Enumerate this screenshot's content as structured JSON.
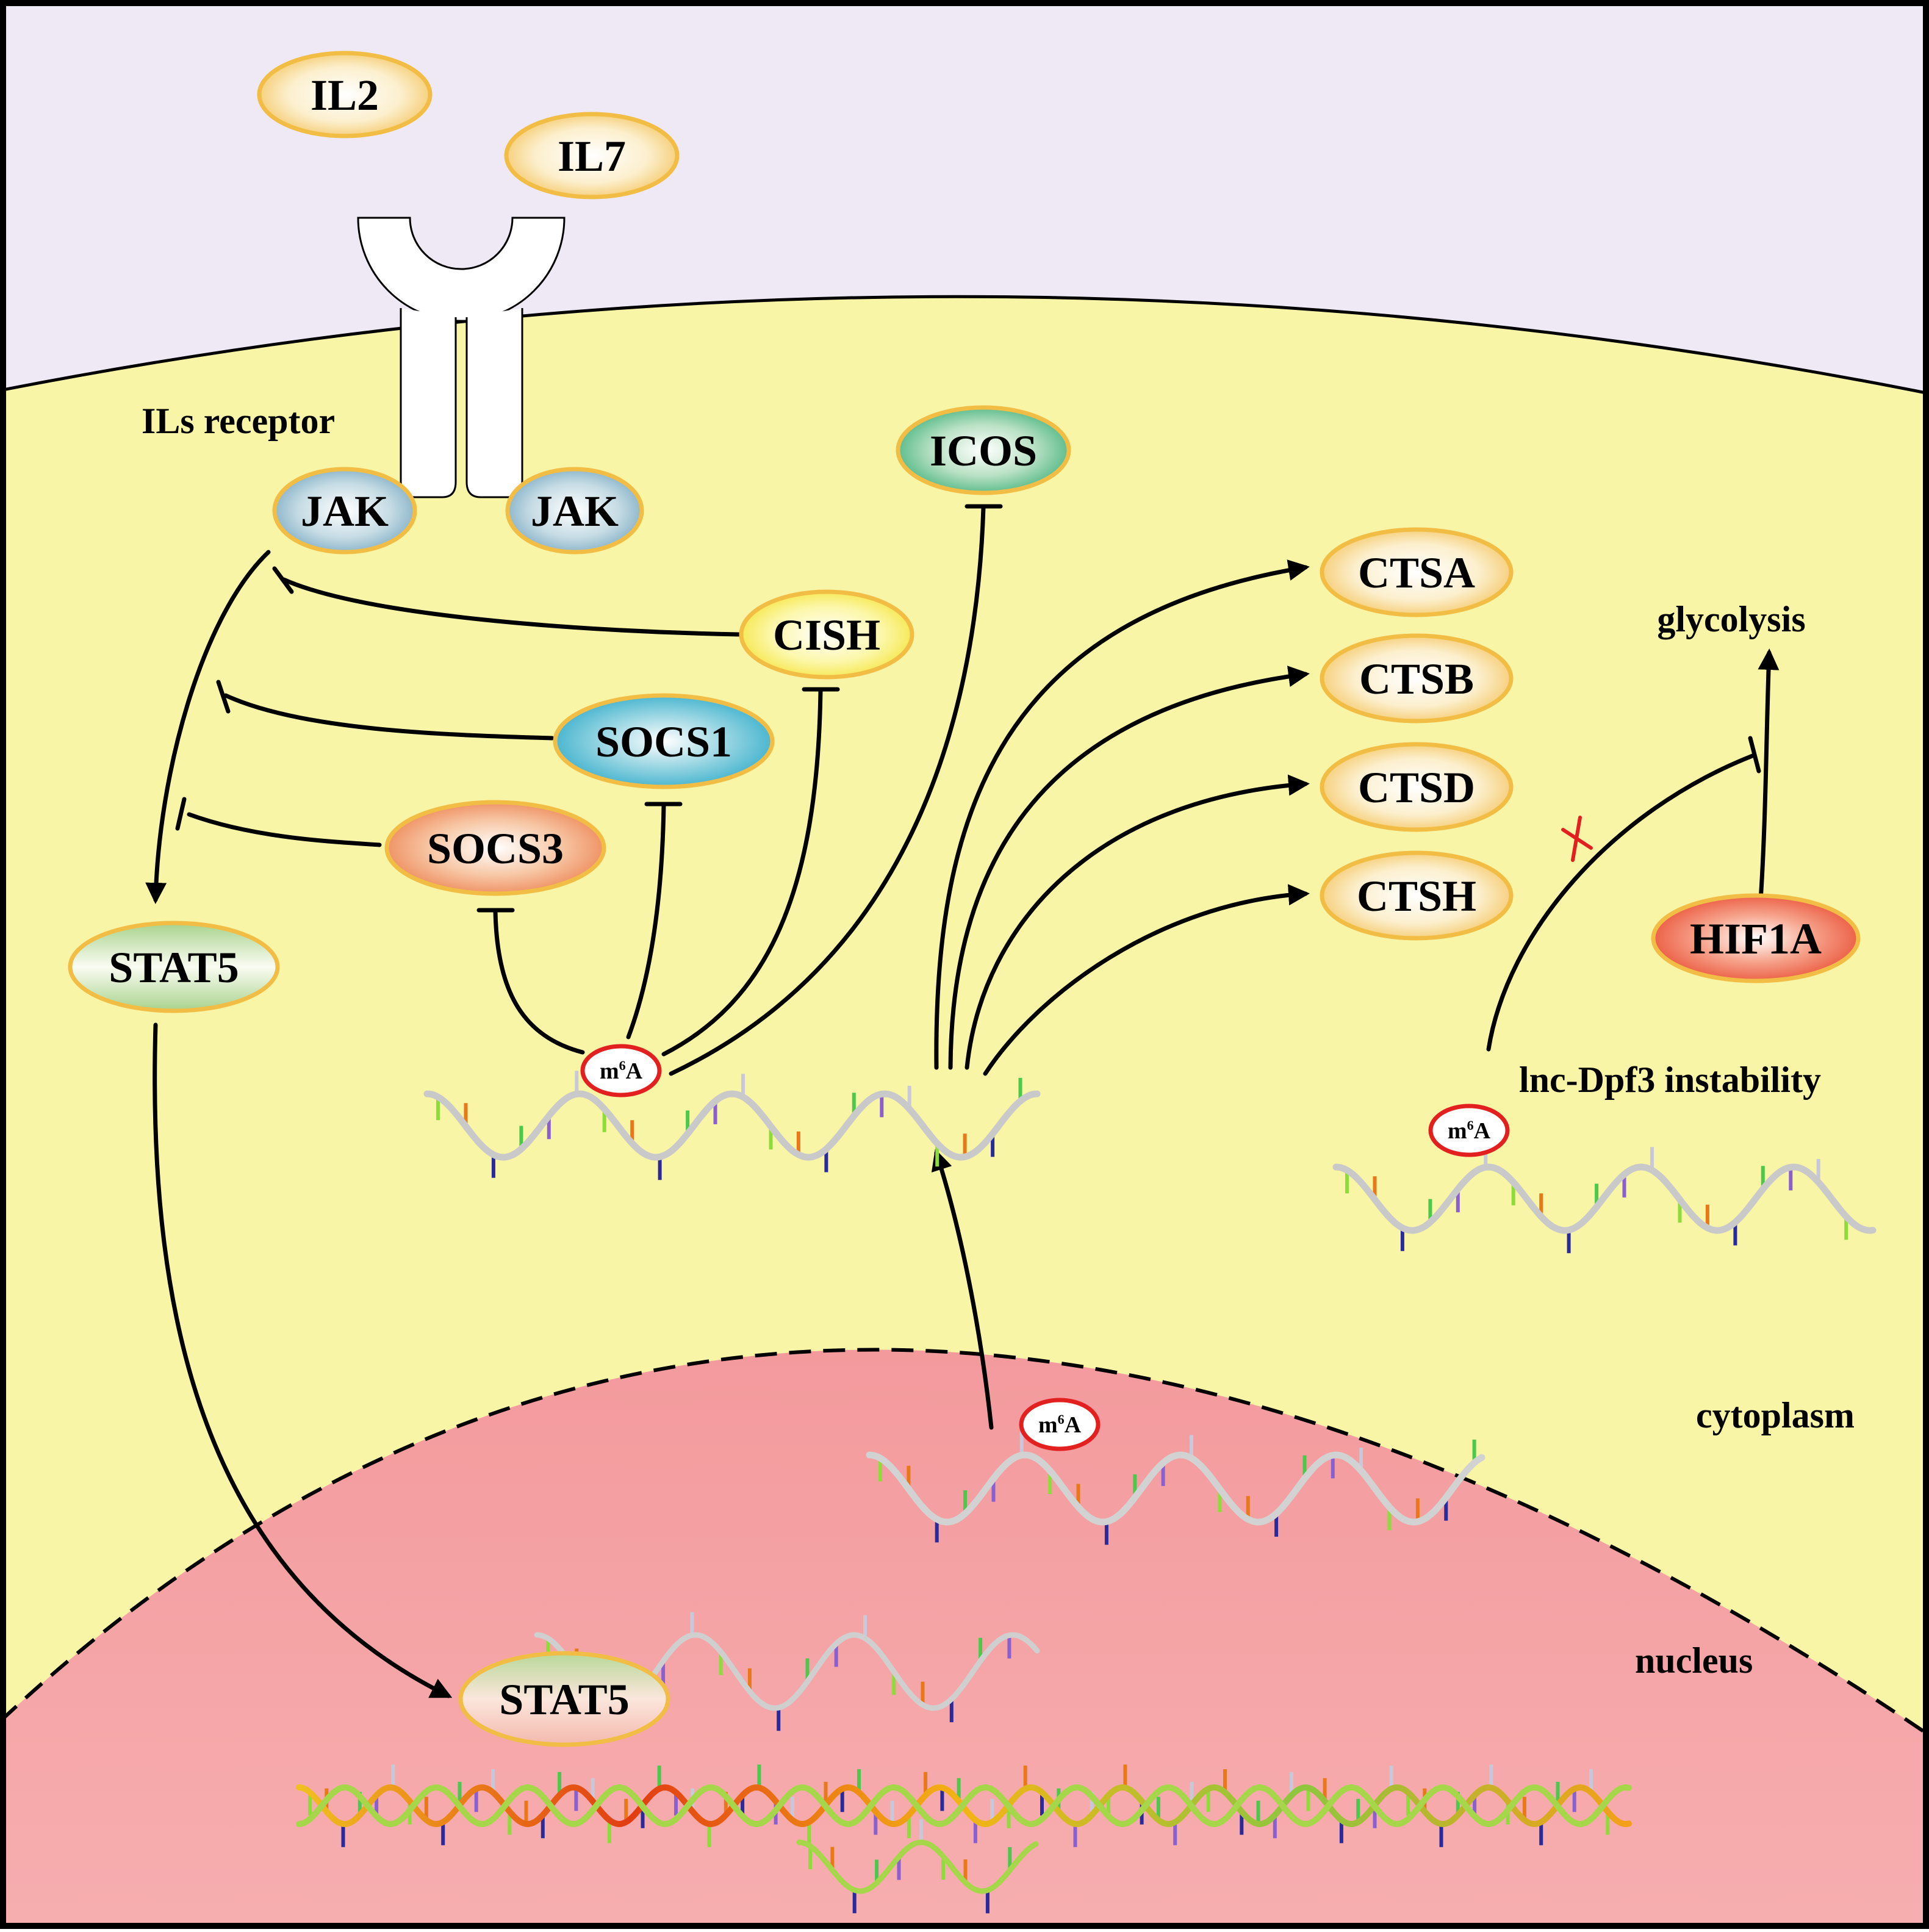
{
  "colors": {
    "outside": "#efe8f5",
    "cytoplasm": "#f8f5a6",
    "nucleus": "#f6a3a6",
    "oval_border": "#f2bd45",
    "inhibit_x": "#e32020"
  },
  "nodes": {
    "il2": "IL2",
    "il7": "IL7",
    "jak_left": "JAK",
    "jak_right": "JAK",
    "icos": "ICOS",
    "cish": "CISH",
    "socs1": "SOCS1",
    "socs3": "SOCS3",
    "stat5_cyto": "STAT5",
    "stat5_nuc": "STAT5",
    "ctsa": "CTSA",
    "ctsb": "CTSB",
    "ctsd": "CTSD",
    "ctsh": "CTSH",
    "hif1a": "HIF1A"
  },
  "labels": {
    "receptor": "ILs receptor",
    "glycolysis": "glycolysis",
    "lnc": "lnc-Dpf3 instability",
    "cytoplasm": "cytoplasm",
    "nucleus": "nucleus",
    "m6a_main": "m",
    "m6a_lnc": "m",
    "m6a_nuc": "m",
    "m6a_sup": "6",
    "m6a_base": "A"
  }
}
